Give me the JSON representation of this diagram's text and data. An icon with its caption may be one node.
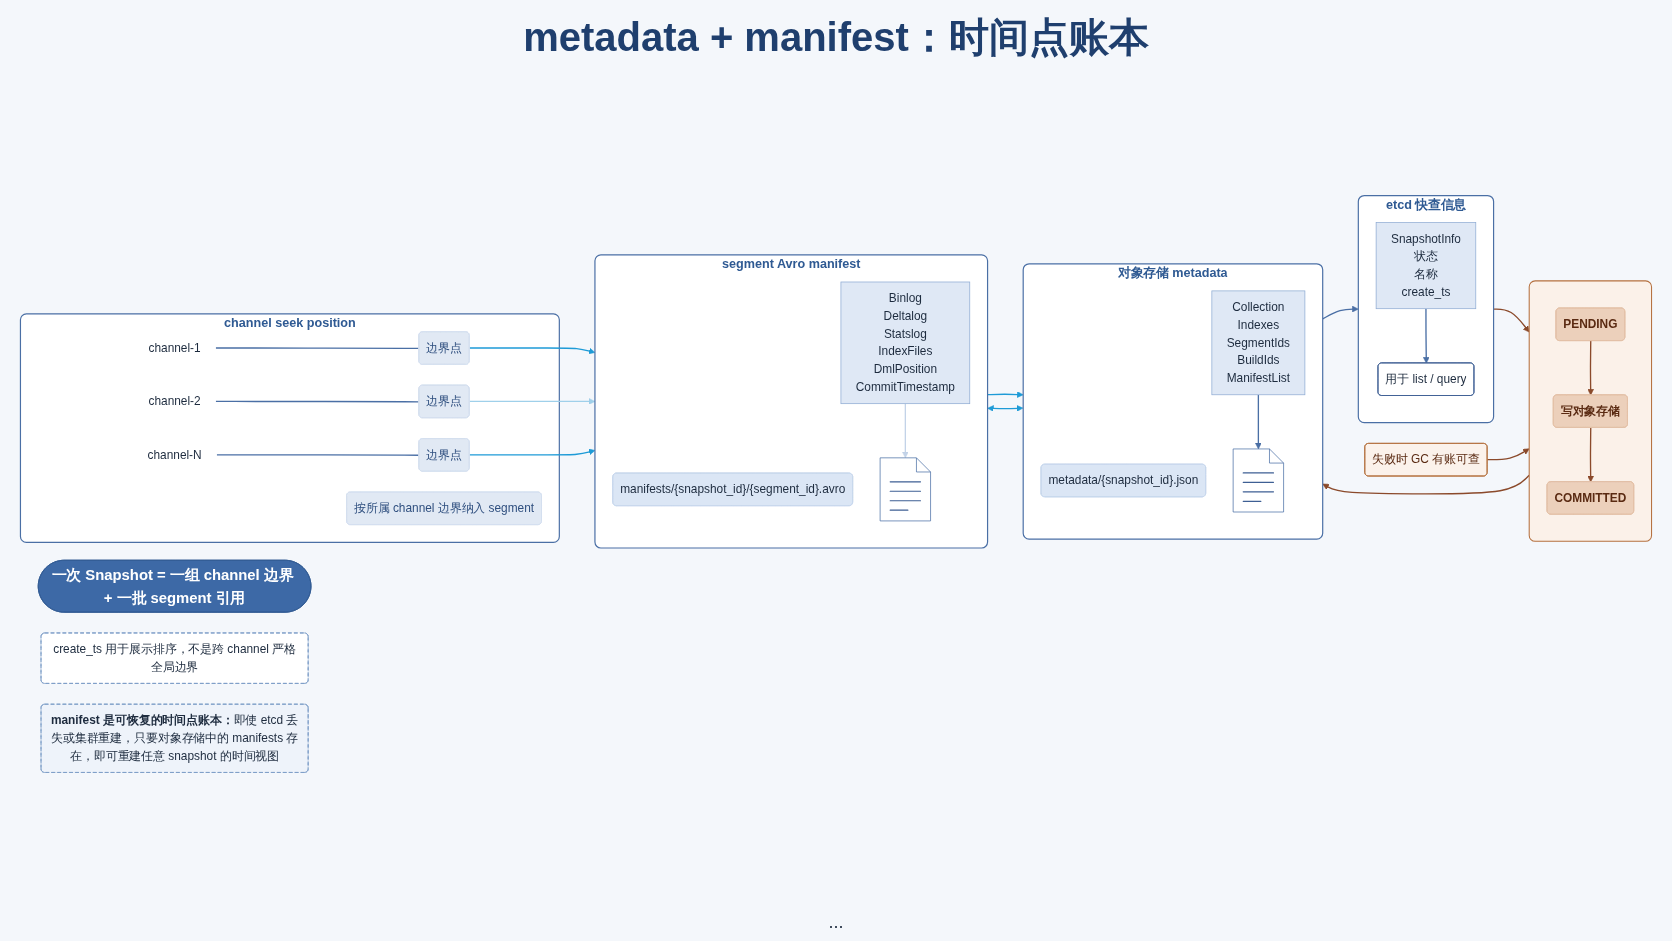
{
  "diagram": {
    "title": "metadata + manifest：时间点账本",
    "nodes": [
      {
        "text": [
          "一次 Snapshot = 一组 channel 边界 + 一批 segment 引用"
        ]
      },
      {
        "text": [
          "etcd 快查信息"
        ]
      },
      {
        "text": [
          "SnapshotInfo",
          "状态",
          "名称",
          "create_ts"
        ],
        "in": 1
      },
      {
        "text": [
          "用于 list / query"
        ],
        "in": 1
      },
      {
        "text": [
          "对象存储 metadata"
        ]
      },
      {
        "text": [
          "metadata/{snapshot_id}.json"
        ],
        "in": 4
      },
      {
        "text": [
          "Collection",
          "Indexes",
          "SegmentIds",
          "BuildIds",
          "ManifestList"
        ],
        "in": 4
      },
      {
        "text": [],
        "shape": "picture",
        "in": 4
      },
      {
        "text": [
          "create_ts 用于展示排序，不是跨 channel 严格全局边界"
        ]
      },
      {
        "text": [],
        "shape": "box"
      },
      {
        "text": [
          "PENDING"
        ],
        "in": 9
      },
      {
        "text": [
          "写对象存储"
        ],
        "in": 9
      },
      {
        "text": [
          "COMMITTED"
        ],
        "in": 9
      },
      {
        "text": [
          "失败时 GC 有账可查"
        ]
      },
      {
        "text": [
          "channel seek position"
        ]
      },
      {
        "text": [
          "channel-1"
        ],
        "in": 14
      },
      {
        "text": [
          "边界点"
        ],
        "in": 14
      },
      {
        "text": [
          "channel-2"
        ],
        "in": 14
      },
      {
        "text": [
          "边界点"
        ],
        "in": 14
      },
      {
        "text": [
          "channel-N"
        ],
        "in": 14
      },
      {
        "text": [
          "边界点"
        ],
        "in": 14
      },
      {
        "text": [
          "按所属 channel 边界纳入 segment"
        ],
        "in": 14
      },
      {
        "text": [
          "segment Avro manifest"
        ]
      },
      {
        "text": [
          "manifests/{snapshot_id}/{segment_id}.avro"
        ],
        "in": 22
      },
      {
        "text": [
          "Binlog",
          "Deltalog",
          "Statslog",
          "IndexFiles",
          "DmlPosition",
          "CommitTimestamp"
        ],
        "in": 22
      },
      {
        "text": [],
        "shape": "picture",
        "in": 22
      },
      {
        "text": [
          "**manifest 是可恢复的时间点账本：**即使 etcd 丢失或集群重建，只要对象存储中的 manifests 存在，即可重建任意 snapshot 的时间视图"
        ]
      }
    ],
    "edges": [
      {
        "from": 2,
        "to": 3,
        "arrow": "to"
      },
      {
        "from": 4,
        "to": 1,
        "arrow": "to"
      },
      {
        "from": 6,
        "to": 7,
        "arrow": "to"
      },
      {
        "from": 1,
        "to": 9,
        "arrow": "to",
        "color": "#8b4a2b"
      },
      {
        "from": 10,
        "to": 11,
        "arrow": "to",
        "color": "#8b4a2b"
      },
      {
        "from": 11,
        "to": 12,
        "arrow": "to",
        "color": "#8b4a2b"
      },
      {
        "from": 13,
        "to": 9,
        "arrow": "to",
        "color": "#8b4a2b"
      },
      {
        "from": 9,
        "to": 4,
        "arrow": "to",
        "color": "#8b4a2b"
      },
      {
        "from": 22,
        "to": 4,
        "arrow": "to",
        "color": "#1e9bd7"
      },
      {
        "from": 4,
        "to": 22,
        "arrow": "both",
        "color": "#1e9bd7"
      },
      {
        "from": 15,
        "to": 16,
        "arrow": "none"
      },
      {
        "from": 17,
        "to": 18,
        "arrow": "none"
      },
      {
        "from": 19,
        "to": 20,
        "arrow": "none"
      },
      {
        "from": 16,
        "to": 22,
        "arrow": "to",
        "color": "#1e9bd7"
      },
      {
        "from": 18,
        "to": 22,
        "arrow": "to",
        "color": "#9fd0ea"
      },
      {
        "from": 20,
        "to": 22,
        "arrow": "to",
        "color": "#1e9bd7"
      },
      {
        "from": 24,
        "to": 25,
        "arrow": "to",
        "color": "#c3d3e8"
      }
    ],
    "labels": [
      "..."
    ]
  }
}
